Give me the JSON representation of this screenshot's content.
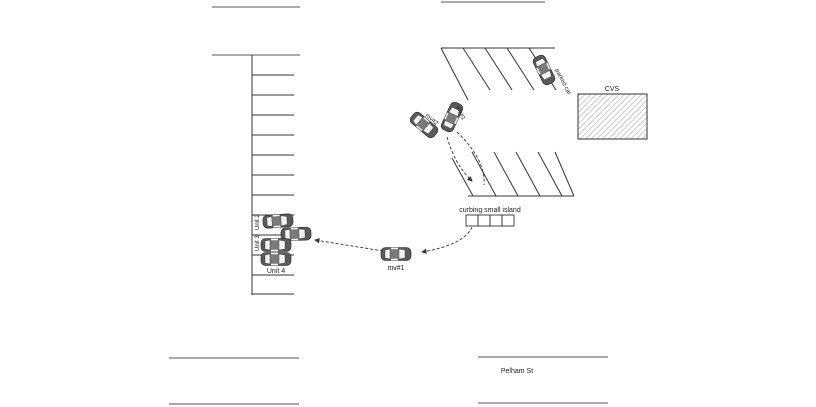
{
  "labels": {
    "cvs": "CVS",
    "curbing": "curbing small island",
    "street": "Pelham St",
    "unit2": "Unit 2",
    "unit3": "Unit 3",
    "unit4": "Unit 4",
    "mv1_final": "mv#1",
    "mv1_start": "mv#1",
    "mv2": "mv#2",
    "parked": "parked car"
  },
  "colors": {
    "line": "#333333",
    "car_body": "#5a5a5a",
    "car_glass": "#f2f2f2",
    "building_hatch": "#b8b8b8"
  }
}
